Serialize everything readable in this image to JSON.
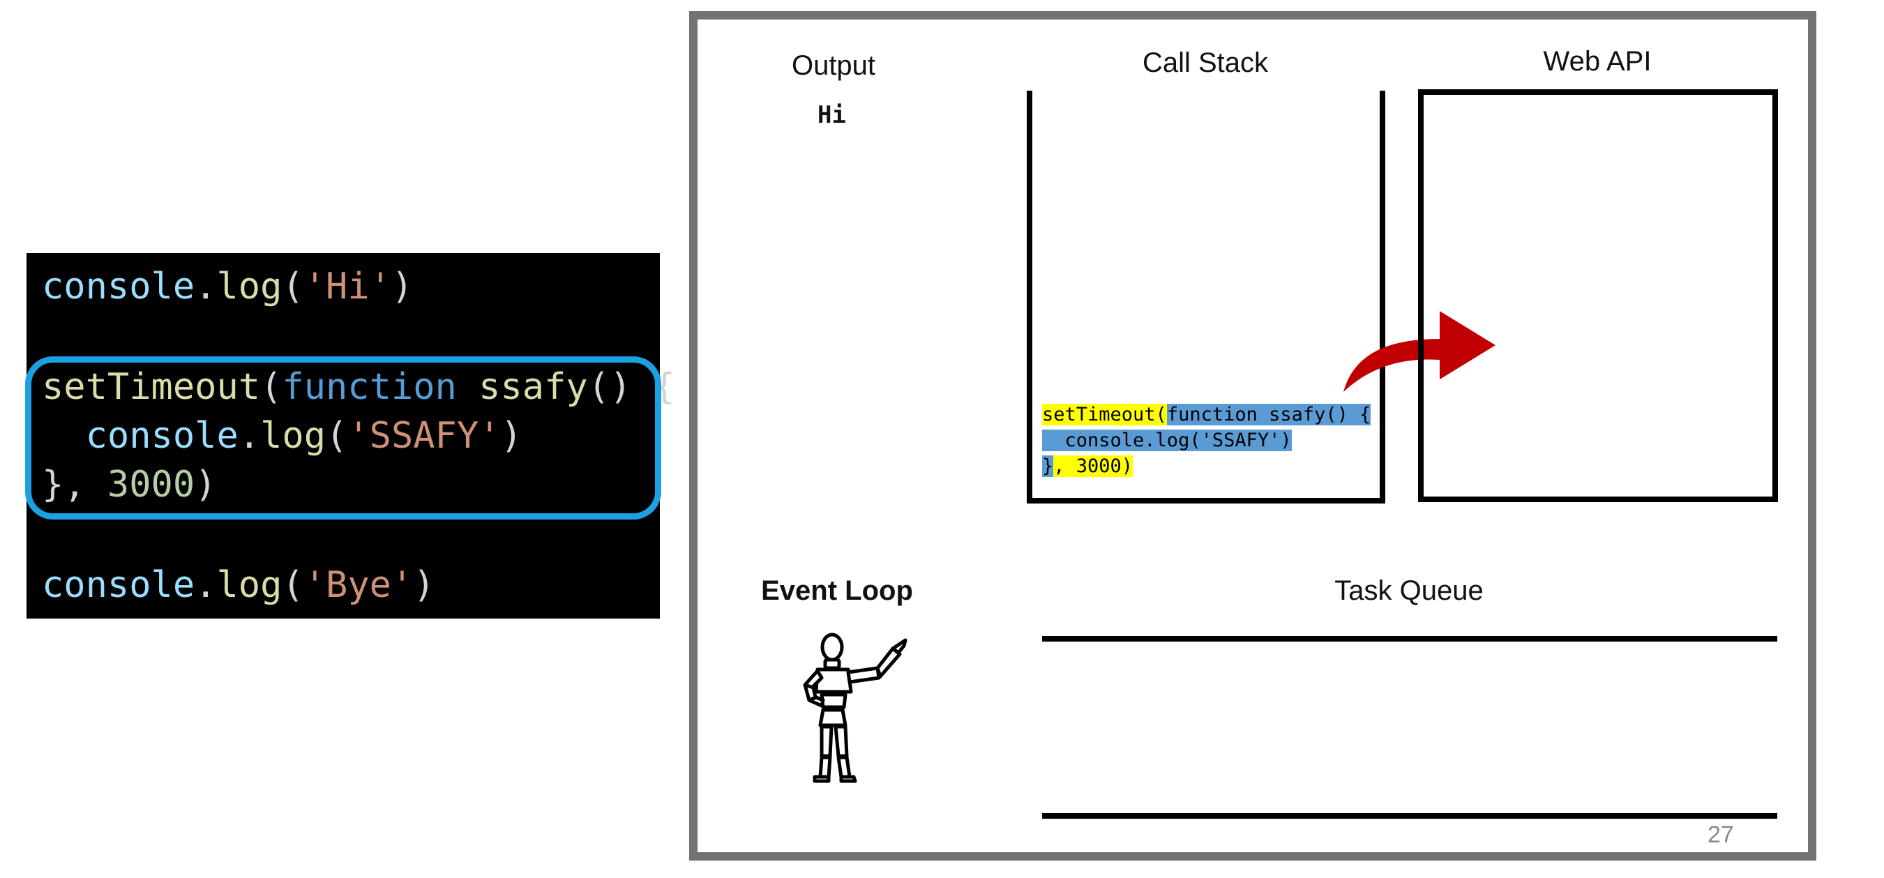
{
  "code_panel": {
    "line1": {
      "obj": "console",
      "dot": ".",
      "fn": "log",
      "open": "(",
      "str": "'Hi'",
      "close": ")"
    },
    "line2": {
      "fn": "setTimeout",
      "open": "(",
      "kw": "function",
      "space": " ",
      "name": "ssafy",
      "rest": "() {"
    },
    "line3": {
      "indent": "  ",
      "obj": "console",
      "dot": ".",
      "fn": "log",
      "open": "(",
      "str": "'SSAFY'",
      "close": ")"
    },
    "line4": {
      "brace": "}, ",
      "num": "3000",
      "close": ")"
    },
    "line5": {
      "obj": "console",
      "dot": ".",
      "fn": "log",
      "open": "(",
      "str": "'Bye'",
      "close": ")"
    }
  },
  "diagram": {
    "output_label": "Output",
    "output_value": "Hi",
    "call_stack_label": "Call Stack",
    "web_api_label": "Web API",
    "event_loop_label": "Event Loop",
    "task_queue_label": "Task Queue",
    "call_stack_item": {
      "row1_a": "setTimeout(",
      "row1_b": "function ssafy() {",
      "row2": "  console.log('SSAFY')",
      "row3_a": "}",
      "row3_b": ", 3000)"
    },
    "arrow_icon": "curved-arrow-icon",
    "figure_icon": "pointing-figure-icon"
  },
  "page_number": "27",
  "colors": {
    "highlight_border": "#1ba1e2",
    "frame_border": "#757171",
    "arrow": "#c00000",
    "highlight_yellow": "#ffff00",
    "highlight_blue": "#5b9bd5"
  }
}
